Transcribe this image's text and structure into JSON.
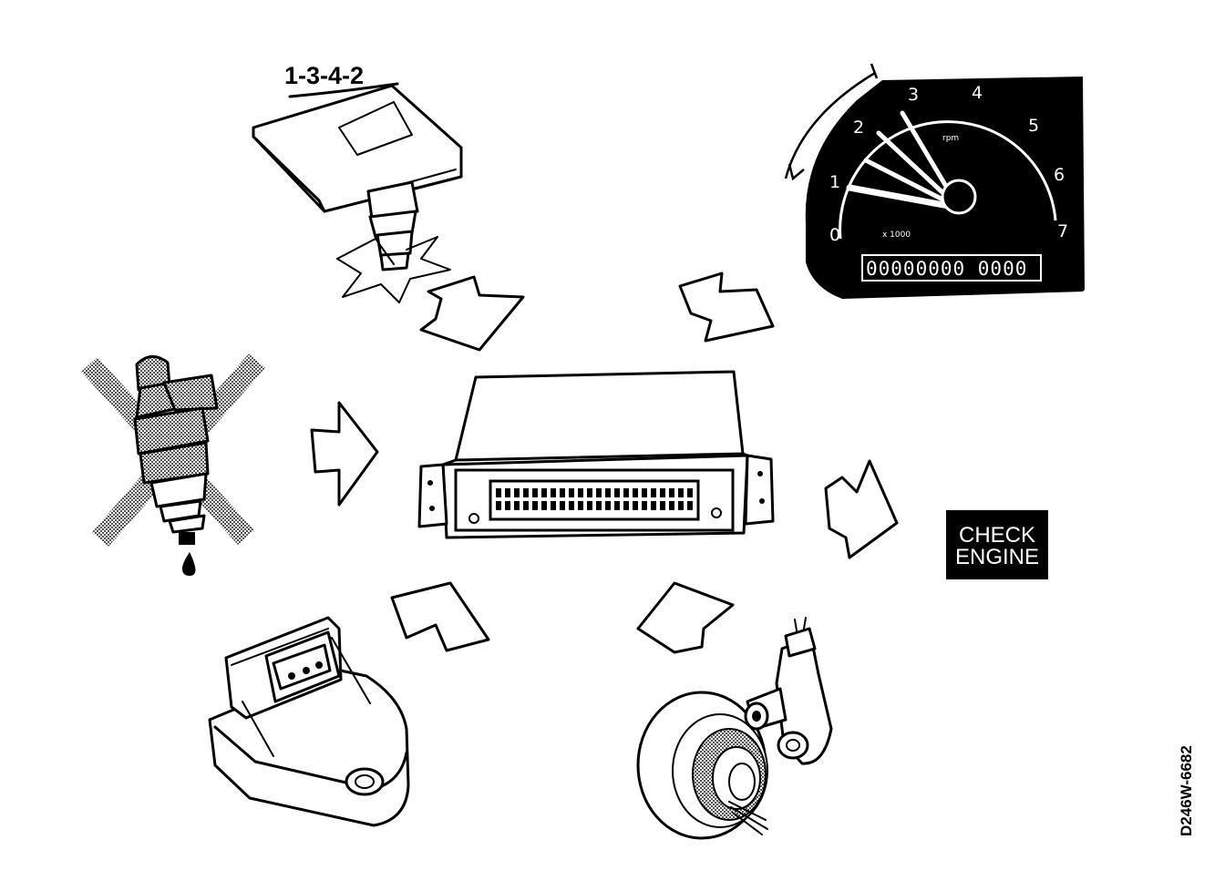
{
  "firing_order": "1-3-4-2",
  "tachometer": {
    "dial_numbers": [
      "0",
      "1",
      "2",
      "3",
      "4",
      "5",
      "6",
      "7"
    ],
    "unit_text": "rpm",
    "scale_text": "x 1000",
    "odometer": "00000000 0000"
  },
  "warning_lamp": {
    "line1": "CHECK",
    "line2": "ENGINE"
  },
  "figure_id": "D246W-6682",
  "colors": {
    "ink": "#000000",
    "paper": "#ffffff",
    "halftone": "#8a8a8a"
  },
  "icons": [
    "ignition-coil",
    "tachometer",
    "ecu-control-unit",
    "fuel-injector-crossed",
    "check-engine-lamp",
    "throttle-position-sensor",
    "crankshaft-position-sensor"
  ]
}
